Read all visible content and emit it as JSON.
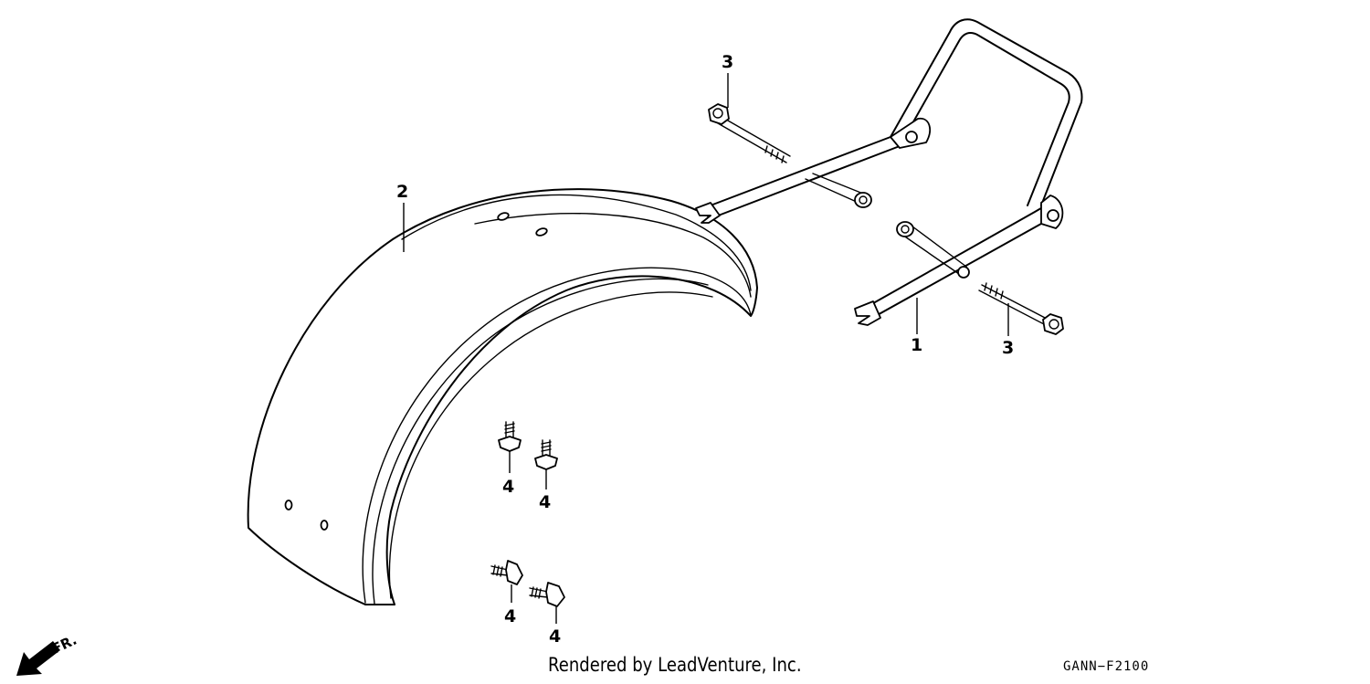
{
  "diagram": {
    "callouts": {
      "grab_rail": "1",
      "fender": "2",
      "bolt_top": "3",
      "bolt_right": "3",
      "stud_a": "4",
      "stud_b": "4",
      "stud_c": "4",
      "stud_d": "4"
    },
    "front_indicator": "FR.",
    "credit": "Rendered by LeadVenture, Inc.",
    "diagram_code": "GANN−F2100"
  }
}
